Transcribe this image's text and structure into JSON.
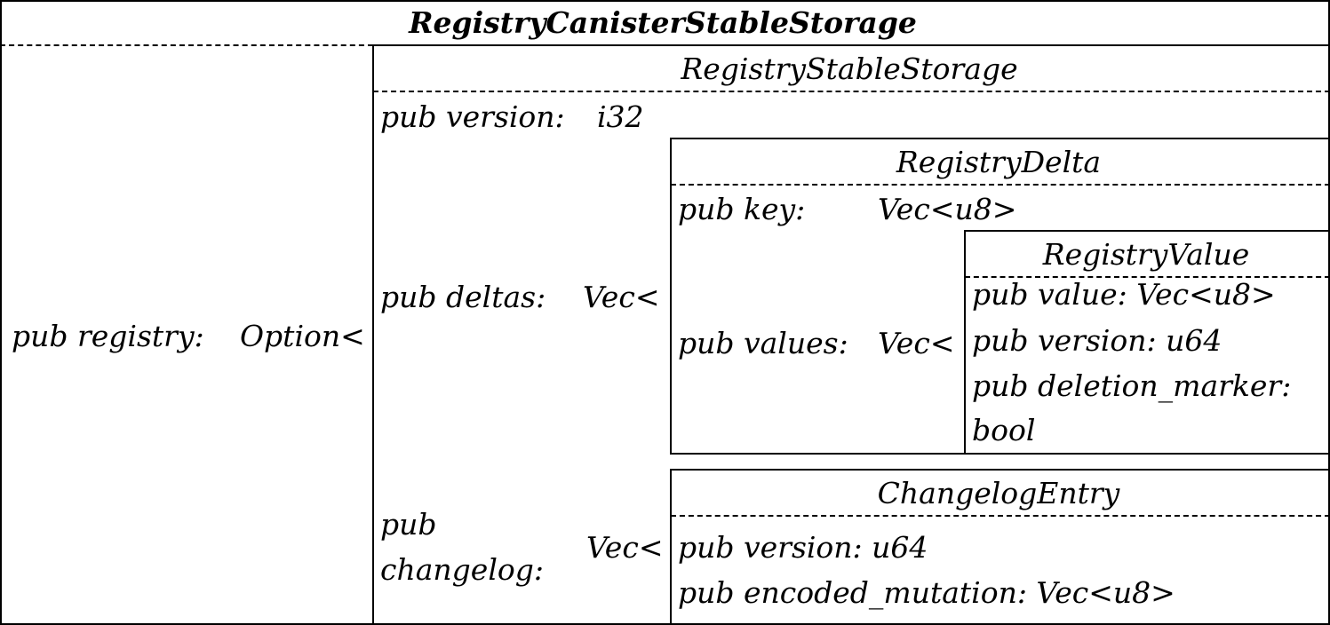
{
  "outer": {
    "title": "RegistryCanisterStableStorage",
    "field_name": "pub registry:",
    "field_type": "Option<"
  },
  "stable_storage": {
    "title": "RegistryStableStorage",
    "version_name": "pub version:",
    "version_type": "i32",
    "deltas_name": "pub deltas:",
    "deltas_type": "Vec<",
    "changelog_name_line1": "pub",
    "changelog_name_line2": "changelog:",
    "changelog_type": "Vec<"
  },
  "registry_delta": {
    "title": "RegistryDelta",
    "key_name": "pub key:",
    "key_type": "Vec<u8>",
    "values_name": "pub values:",
    "values_type": "Vec<"
  },
  "registry_value": {
    "title": "RegistryValue",
    "value_field": "pub value: Vec<u8>",
    "version_field": "pub version: u64",
    "deletion_marker_field": "pub deletion_marker:",
    "deletion_marker_type": "bool"
  },
  "changelog_entry": {
    "title": "ChangelogEntry",
    "version_field": "pub version: u64",
    "encoded_mutation_field": "pub encoded_mutation: Vec<u8>"
  }
}
